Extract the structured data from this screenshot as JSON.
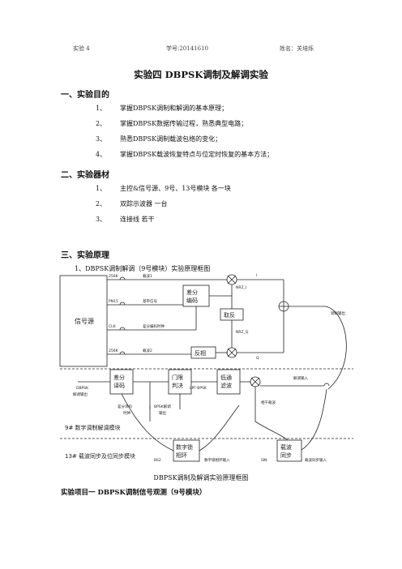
{
  "header": {
    "left": "实验 4",
    "center": "学号:20141610",
    "right": "姓名：关培烁"
  },
  "title": "实验四  DBPSK调制及解调实验",
  "sections": [
    {
      "heading": "一、实验目的",
      "items": [
        {
          "num": "1、",
          "text": "掌握DBPSK调制和解调的基本原理；"
        },
        {
          "num": "2、",
          "text": "掌握DBPSK数据传输过程，熟悉典型电路；"
        },
        {
          "num": "3、",
          "text": "熟悉DBPSK调制载波包络的变化；"
        },
        {
          "num": "4、",
          "text": "掌握DBPSK载波恢复特点与位定时恢复的基本方法；"
        }
      ]
    },
    {
      "heading": "二、实验器材",
      "items": [
        {
          "num": "1、",
          "text": "主控&信号源、9号、13号模块   各一块"
        },
        {
          "num": "2、",
          "text": "双踪示波器             一台"
        },
        {
          "num": "3、",
          "text": "连接线          若干"
        }
      ]
    },
    {
      "heading": "三、实验原理"
    }
  ],
  "subheading": "1、DBPSK调制解调（9号模块）实验原理框图",
  "diagram": {
    "signal_source": "信号源",
    "diff_encoder": [
      "差分",
      "编码"
    ],
    "inverter1": "取反",
    "inverter2": "反相",
    "diff_decoder": [
      "差分",
      "译码"
    ],
    "threshold": [
      "门限",
      "判决"
    ],
    "lpf": [
      "低通",
      "滤波"
    ],
    "dpll": [
      "数字锁",
      "相环"
    ],
    "carrier_sync": [
      "载波",
      "同步"
    ],
    "labels": {
      "k256a": "256K",
      "carrier1": "载波1",
      "fm": "PN15",
      "baseband": "基带信号",
      "clk": "CLK",
      "diffclk": "差分编码时钟",
      "k256b": "256K",
      "carrier2": "载波2",
      "nrz_i": "NRZ_I",
      "nrz_q": "NRZ_Q",
      "i": "I",
      "q": "Q",
      "mod_out": "调制输出",
      "demod_in": "解调输入",
      "coherent": "相干载波",
      "dbpsk": "DBPSK",
      "demod_out": "解调输出",
      "lpf_bpsk": "LPF-BPSK",
      "diff_clk2": [
        "差分译码",
        "时钟"
      ],
      "bpsk_demod": [
        "BPSK解调",
        "输出"
      ],
      "bs2": "BS2",
      "dpll_in": "数字锁相环输入",
      "sin": "SIN",
      "carrier_in": "载波同步输入",
      "module9": "9# 数字调制解调模块",
      "module13": "13# 载波同步及位同步模块"
    }
  },
  "caption": "DBPSK调制及解调实验原理框图",
  "experiment": "实验项目一  DBPSK调制信号观测（9号模块）"
}
